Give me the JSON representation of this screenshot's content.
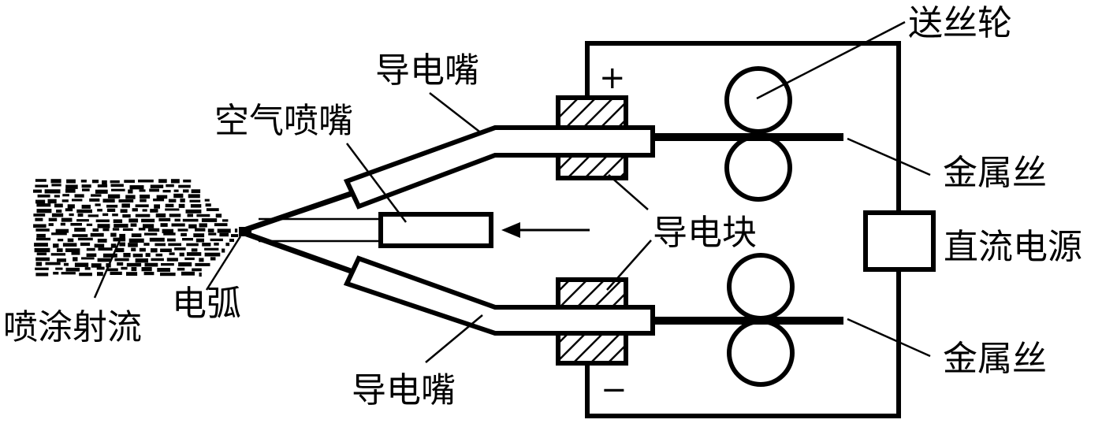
{
  "labels": {
    "feed_roller": "送丝轮",
    "contact_tip_top": "导电嘴",
    "air_nozzle": "空气喷嘴",
    "wire_top": "金属丝",
    "contact_block": "导电块",
    "dc_power": "直流电源",
    "spray_jet": "喷涂射流",
    "arc": "电弧",
    "contact_tip_bottom": "导电嘴",
    "wire_bottom": "金属丝"
  },
  "polarity": {
    "positive": "+",
    "negative": "−"
  }
}
